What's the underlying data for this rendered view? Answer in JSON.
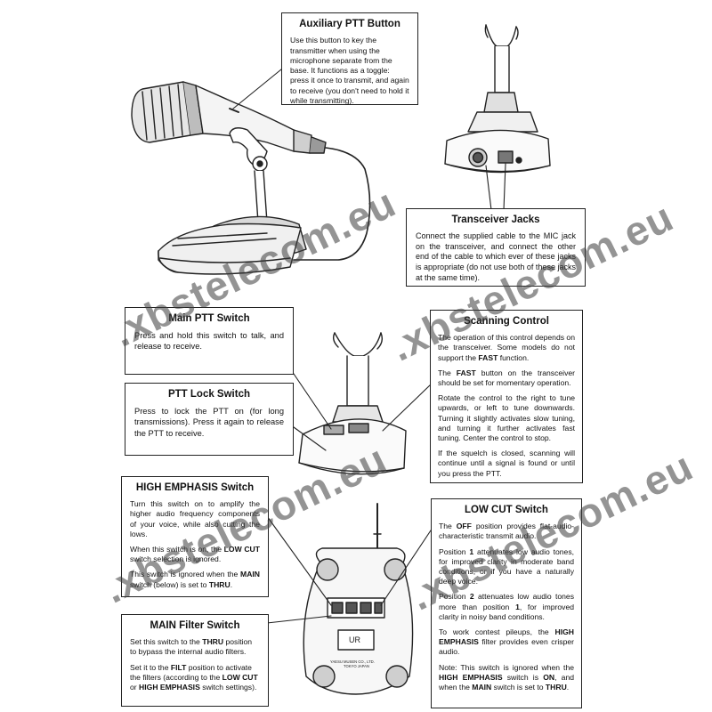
{
  "ptt": {
    "title": "Auxiliary PTT Button",
    "body": "Use this button to key the transmitter when using the microphone separate from the base. It functions as a toggle: press it once to transmit, and again to receive (you don't need to hold it while transmitting)."
  },
  "jacks": {
    "title": "Transceiver Jacks",
    "body": "Connect the supplied cable to the MIC jack on the transceiver, and connect the other end of the cable to which ever of these jacks is appropriate (do not use both of these jacks at the same time)."
  },
  "main_ptt": {
    "title": "Main PTT Switch",
    "body": "Press and hold this switch to talk, and release to receive."
  },
  "lock": {
    "title": "PTT Lock Switch",
    "body": "Press to lock the PTT on (for long transmissions). Press it again to release the PTT to receive."
  },
  "scan": {
    "title": "Scanning Control",
    "p1": "The operation of this control depends on the transceiver. Some models do not support the",
    "p1_bold": "FAST",
    "p1_end": "function.",
    "p2_a": "The",
    "p2_bold": "FAST",
    "p2_b": "button on the transceiver should be set for momentary operation.",
    "p3": "Rotate the control to the right to tune upwards, or left to tune downwards. Turning it slightly activates slow tuning, and turning it further activates fast tuning. Center the control to stop.",
    "p4": "If the squelch is closed, scanning will continue until a signal is found or until you press the PTT."
  },
  "high": {
    "title": "HIGH EMPHASIS Switch",
    "p1": "Turn this switch on to amplify the higher audio frequency components of your voice, while also cutting the lows.",
    "p2_a": "When this switch is on, the",
    "p2_bold": "LOW CUT",
    "p2_b": "switch selection is ignored.",
    "p3_a": "This switch is ignored when the",
    "p3_bold": "MAIN",
    "p3_b": "switch (below) is set to",
    "p3_bold2": "THRU",
    "p3_end": "."
  },
  "lowcut": {
    "title": "LOW CUT Switch",
    "p1_a": "The",
    "p1_bold": "OFF",
    "p1_b": "position provides flat-audio-characteristic transmit audio.",
    "p2_a": "Position",
    "p2_bold": "1",
    "p2_b": "attenuates low audio tones, for improved clarity in moderate band conditions, or if you have a naturally deep voice.",
    "p3_a": "Position",
    "p3_bold": "2",
    "p3_b": "attenuates low audio tones more than position",
    "p3_bold2": "1",
    "p3_c": ", for improved clarity in noisy band conditions.",
    "p4_a": "To work contest pileups, the",
    "p4_bold": "HIGH EMPHASIS",
    "p4_b": "filter provides even crisper audio.",
    "p5_a": "Note: This switch is ignored when the",
    "p5_bold": "HIGH EMPHASIS",
    "p5_b": "switch is",
    "p5_bold2": "ON",
    "p5_c": ", and when the",
    "p5_bold3": "MAIN",
    "p5_d": "switch is set to",
    "p5_bold4": "THRU",
    "p5_end": "."
  },
  "mainf": {
    "title": "MAIN Filter Switch",
    "p1_a": "Set this switch to the",
    "p1_bold": "THRU",
    "p1_b": "position to bypass the internal audio filters.",
    "p2_a": "Set it to the",
    "p2_bold": "FILT",
    "p2_b": "position to activate the filters (according to the",
    "p2_bold2": "LOW CUT",
    "p2_c": "or",
    "p2_bold3": "HIGH EMPHASIS",
    "p2_d": "switch settings)."
  },
  "base_label": "UR",
  "base_maker": "YAESU MUSEN CO., LTD.",
  "base_maker2": "TOKYO JAPAN",
  "watermark": ".xbstelecom.eu",
  "colors": {
    "ink": "#222222",
    "watermark": "#3c3c3c"
  }
}
